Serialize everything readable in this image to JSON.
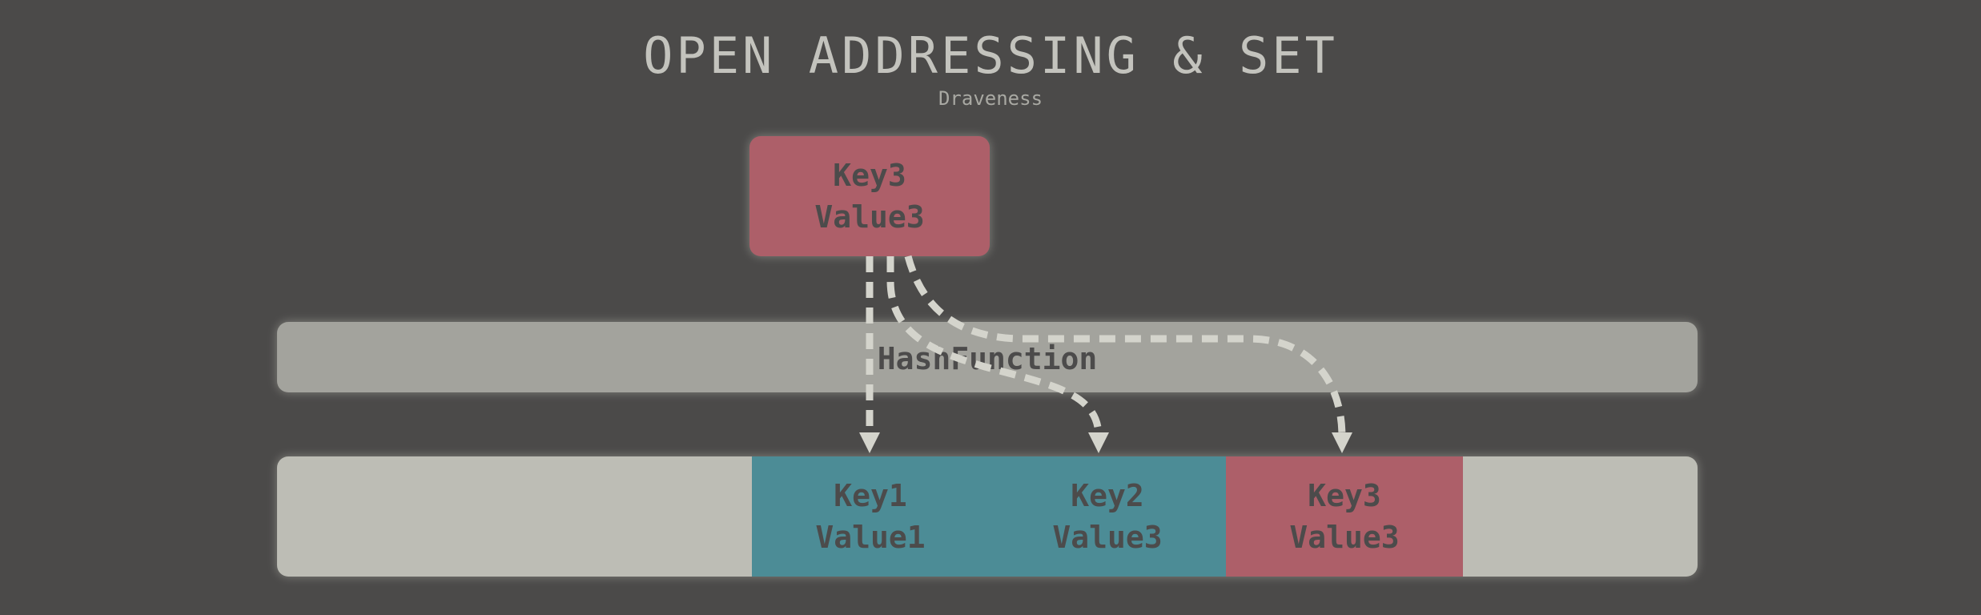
{
  "title": "OPEN ADDRESSING & SET",
  "subtitle": "Draveness",
  "input_entry": {
    "key": "Key3",
    "value": "Value3",
    "color": "#ad5f69"
  },
  "hash_function": {
    "label": "HashFunction",
    "color": "#a3a39d"
  },
  "table": {
    "color": "#bdbdb5",
    "slots": [
      {
        "key": "Key1",
        "value": "Value1",
        "color": "#4c8c96"
      },
      {
        "key": "Key2",
        "value": "Value3",
        "color": "#4c8c96"
      },
      {
        "key": "Key3",
        "value": "Value3",
        "color": "#ad5f69"
      }
    ]
  },
  "background_color": "#4b4a49"
}
